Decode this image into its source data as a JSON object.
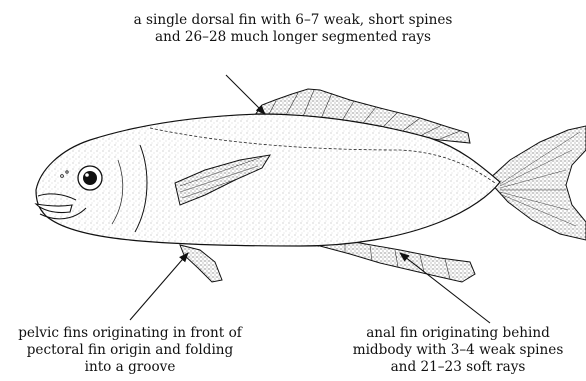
{
  "annotations": {
    "dorsal": {
      "line1": "a single dorsal fin with  6–7 weak, short spines",
      "line2": "and 26–28 much longer segmented  rays"
    },
    "pelvic": {
      "line1": "pelvic fins originating in front of",
      "line2": "pectoral fin origin and folding",
      "line3": "into a groove"
    },
    "anal": {
      "line1": "anal fin originating behind",
      "line2": "midbody with 3–4 weak spines",
      "line3": "and 21–23 soft  rays"
    }
  },
  "colors": {
    "ink": "#111111",
    "stipple": "#777777"
  }
}
